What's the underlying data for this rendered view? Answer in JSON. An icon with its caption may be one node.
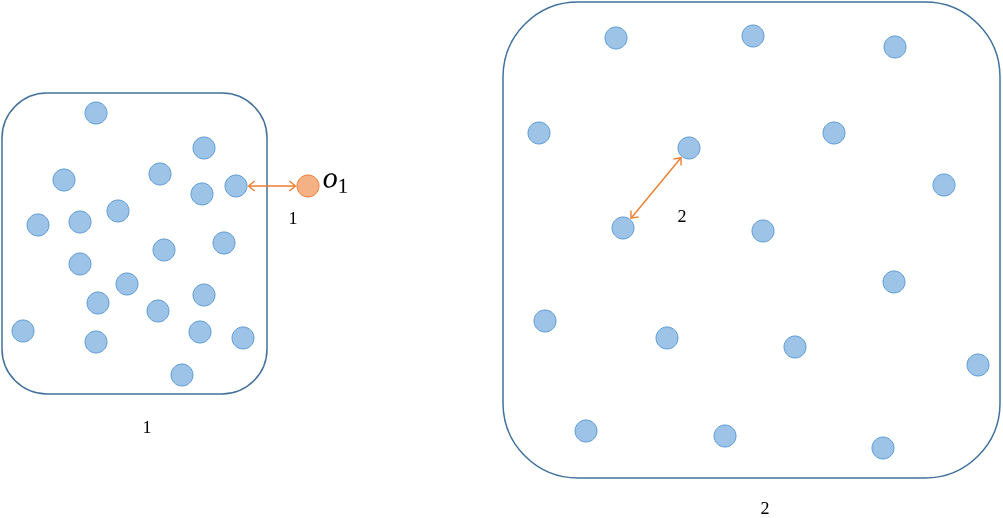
{
  "diagram": {
    "nodes": [
      {
        "text": [
          "1"
        ]
      },
      {
        "text": [],
        "shape": "circle",
        "in": 0
      },
      {
        "text": [],
        "shape": "circle",
        "in": 0
      },
      {
        "text": [],
        "shape": "circle",
        "in": 0
      },
      {
        "text": [],
        "shape": "circle",
        "in": 0
      },
      {
        "text": [],
        "shape": "circle",
        "in": 0
      },
      {
        "text": [],
        "shape": "circle",
        "in": 0
      },
      {
        "text": [],
        "shape": "circle",
        "in": 0
      },
      {
        "text": [],
        "shape": "circle",
        "in": 0
      },
      {
        "text": [],
        "shape": "circle",
        "in": 0
      },
      {
        "text": [],
        "shape": "circle",
        "in": 0
      },
      {
        "text": [],
        "shape": "circle",
        "in": 0
      },
      {
        "text": [],
        "shape": "circle",
        "in": 0
      },
      {
        "text": [],
        "shape": "circle",
        "in": 0
      },
      {
        "text": [],
        "shape": "circle",
        "in": 0
      },
      {
        "text": [],
        "shape": "circle",
        "in": 0
      },
      {
        "text": [],
        "shape": "circle",
        "in": 0
      },
      {
        "text": [],
        "shape": "circle",
        "in": 0
      },
      {
        "text": [],
        "shape": "circle",
        "in": 0
      },
      {
        "text": [],
        "shape": "circle",
        "in": 0
      },
      {
        "text": [],
        "shape": "circle",
        "in": 0
      },
      {
        "text": [],
        "shape": "circle",
        "in": 0
      },
      {
        "text": [],
        "shape": "circle",
        "beside": [
          "*o*$_{1}$"
        ]
      },
      {
        "text": [
          "2"
        ]
      },
      {
        "text": [],
        "shape": "circle",
        "in": 23
      },
      {
        "text": [],
        "shape": "circle",
        "in": 23
      },
      {
        "text": [],
        "shape": "circle",
        "in": 23
      },
      {
        "text": [],
        "shape": "circle",
        "in": 23
      },
      {
        "text": [],
        "shape": "circle",
        "in": 23
      },
      {
        "text": [],
        "shape": "circle",
        "in": 23
      },
      {
        "text": [],
        "shape": "circle",
        "in": 23
      },
      {
        "text": [],
        "shape": "circle",
        "in": 23
      },
      {
        "text": [],
        "shape": "circle",
        "in": 23
      },
      {
        "text": [],
        "shape": "circle",
        "in": 23
      },
      {
        "text": [],
        "shape": "circle",
        "in": 23
      },
      {
        "text": [],
        "shape": "circle",
        "in": 23
      },
      {
        "text": [],
        "shape": "circle",
        "in": 23
      },
      {
        "text": [],
        "shape": "circle",
        "in": 23
      },
      {
        "text": [],
        "shape": "circle",
        "in": 23
      },
      {
        "text": [],
        "shape": "circle",
        "in": 23
      },
      {
        "text": [],
        "shape": "circle",
        "in": 23
      }
    ],
    "edges": [
      {
        "from": 6,
        "to": 22,
        "arrow": "both",
        "label": "1"
      },
      {
        "from": 29,
        "to": 31,
        "arrow": "both",
        "label": "2"
      }
    ]
  }
}
